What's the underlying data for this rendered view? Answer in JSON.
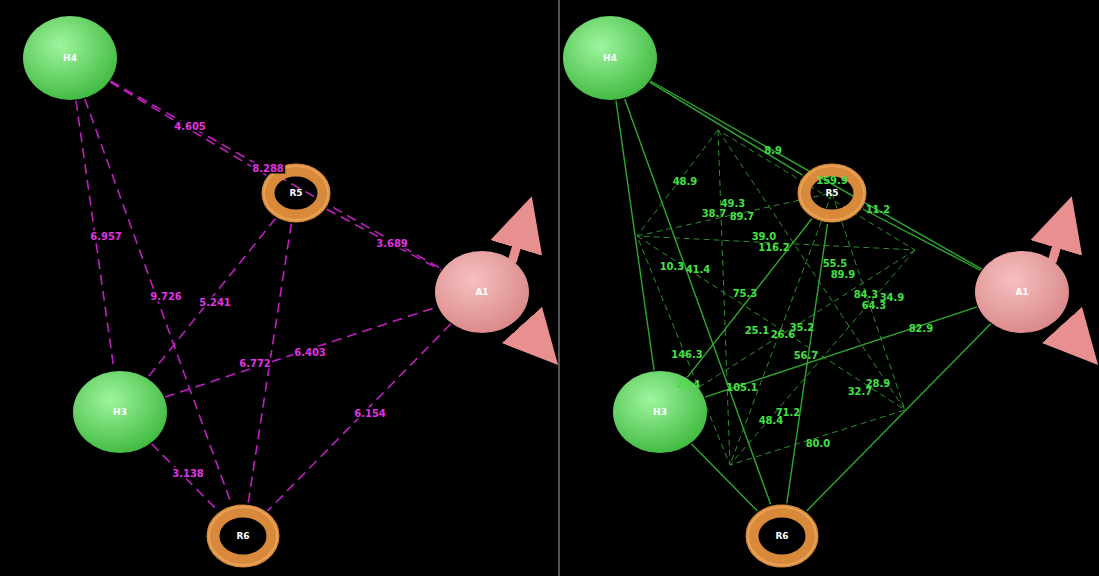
{
  "diagram": {
    "nodes": [
      {
        "text": [
          "H4"
        ]
      },
      {
        "text": [
          "R5"
        ]
      },
      {
        "text": [
          "A1"
        ]
      },
      {
        "text": [
          "H3"
        ]
      },
      {
        "text": [
          "R6"
        ]
      },
      {
        "text": [
          "H4"
        ]
      },
      {
        "text": [
          "R5"
        ]
      },
      {
        "text": [
          "A1"
        ]
      },
      {
        "text": [
          "H3"
        ]
      },
      {
        "text": [
          "R6"
        ]
      }
    ],
    "edges": [
      {
        "from": 0,
        "to": 1,
        "arrow": "none",
        "label": "4.605"
      },
      {
        "from": 0,
        "to": 2,
        "arrow": "none",
        "label": "8.288"
      },
      {
        "from": 0,
        "to": 3,
        "arrow": "none",
        "label": "6.957"
      },
      {
        "from": 0,
        "to": 4,
        "arrow": "none",
        "label": "9.726"
      },
      {
        "from": 1,
        "to": 2,
        "arrow": "none",
        "label": "3.689"
      },
      {
        "from": 1,
        "to": 3,
        "arrow": "none",
        "label": "5.241"
      },
      {
        "from": 1,
        "to": 4,
        "arrow": "none",
        "label": "6.772"
      },
      {
        "from": 3,
        "to": 2,
        "arrow": "none",
        "label": "6.403"
      },
      {
        "from": 3,
        "to": 4,
        "arrow": "none",
        "label": "3.138"
      },
      {
        "from": 2,
        "to": 4,
        "arrow": "none",
        "label": "6.154"
      },
      {
        "from": 5,
        "to": 6,
        "arrow": "none"
      },
      {
        "from": 5,
        "to": 7,
        "arrow": "none"
      },
      {
        "from": 5,
        "to": 8,
        "arrow": "none"
      },
      {
        "from": 5,
        "to": 9,
        "arrow": "none"
      },
      {
        "from": 6,
        "to": 7,
        "arrow": "none"
      },
      {
        "from": 6,
        "to": 8,
        "arrow": "none"
      },
      {
        "from": 6,
        "to": 9,
        "arrow": "none"
      },
      {
        "from": 8,
        "to": 7,
        "arrow": "none"
      },
      {
        "from": 8,
        "to": 9,
        "arrow": "none"
      },
      {
        "from": 7,
        "to": 9,
        "arrow": "none"
      }
    ],
    "labels": [
      "8.9",
      "48.9",
      "49.3",
      "38.7",
      "89.7",
      "159.9",
      "11.2",
      "39.0",
      "116.2",
      "10.3",
      "41.4",
      "55.5",
      "89.9",
      "75.3",
      "84.3",
      "34.9",
      "64.3",
      "82.9",
      "25.1",
      "26.6",
      "35.2",
      "146.3",
      "56.7",
      "23.4",
      "105.1",
      "28.9",
      "32.7",
      "71.2",
      "48.4",
      "80.0"
    ]
  }
}
